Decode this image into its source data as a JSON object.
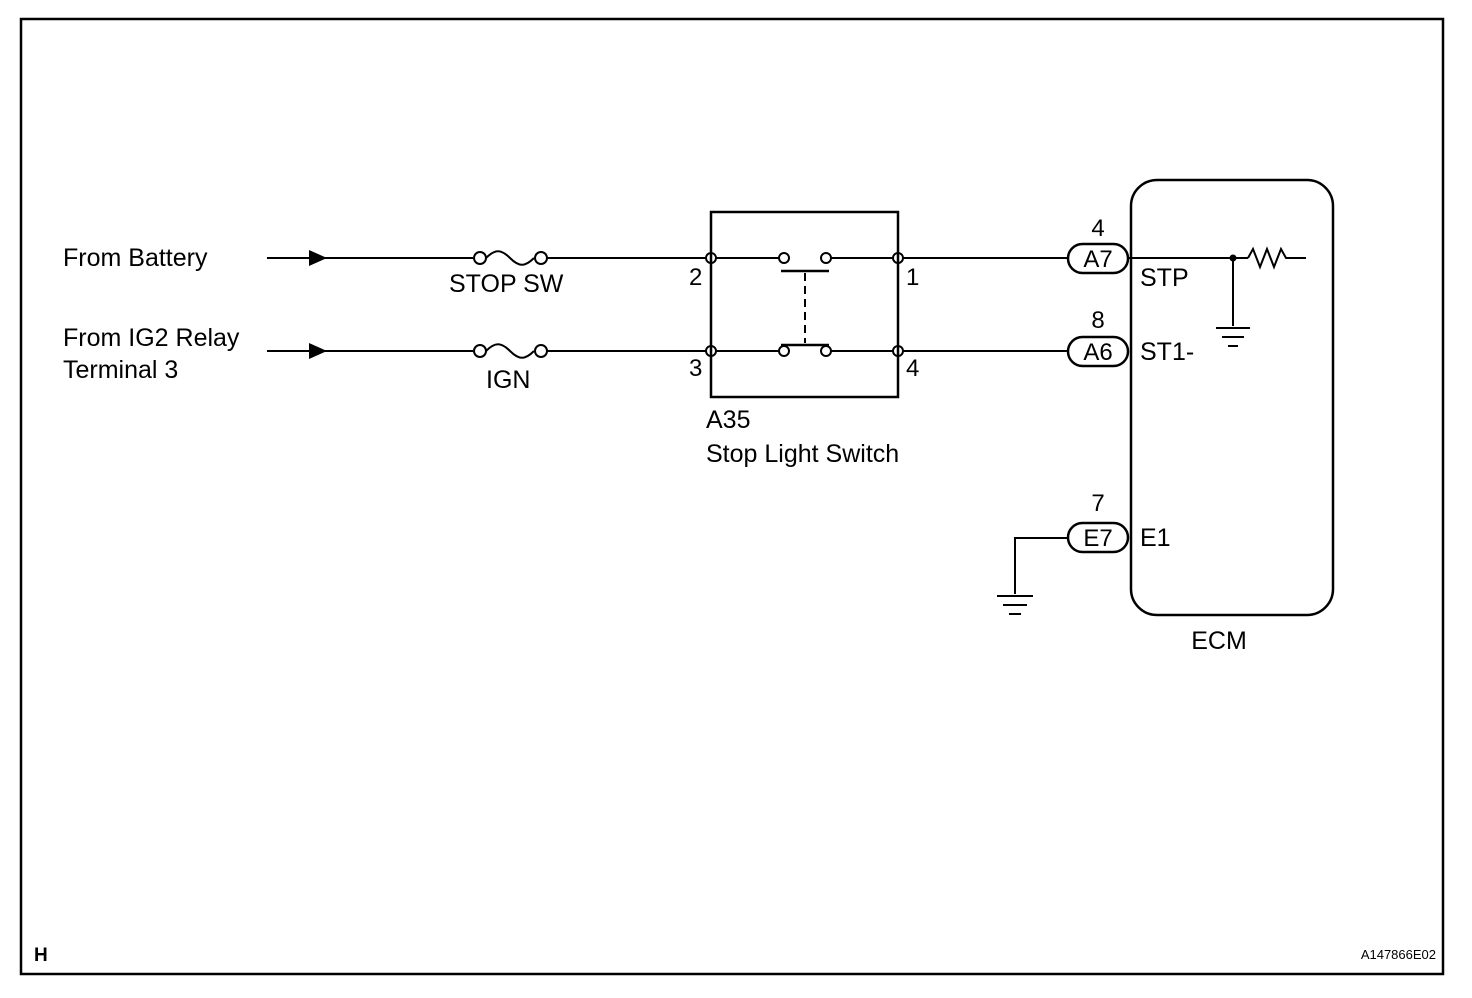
{
  "inputs": {
    "battery": "From Battery",
    "ig2_line1": "From IG2 Relay",
    "ig2_line2": "Terminal 3"
  },
  "fuses": {
    "stop_sw": "STOP SW",
    "ign": "IGN"
  },
  "switch": {
    "code": "A35",
    "name": "Stop Light Switch",
    "pins": {
      "top_left": "2",
      "top_right": "1",
      "bottom_left": "3",
      "bottom_right": "4"
    }
  },
  "connectors": {
    "a7": {
      "label": "A7",
      "pin": "4"
    },
    "a6": {
      "label": "A6",
      "pin": "8"
    },
    "e7": {
      "label": "E7",
      "pin": "7"
    }
  },
  "ecm": {
    "name": "ECM",
    "terminals": {
      "stp": "STP",
      "st1": "ST1-",
      "e1": "E1"
    }
  },
  "corner_letter": "H",
  "figure_code": "A147866E02"
}
